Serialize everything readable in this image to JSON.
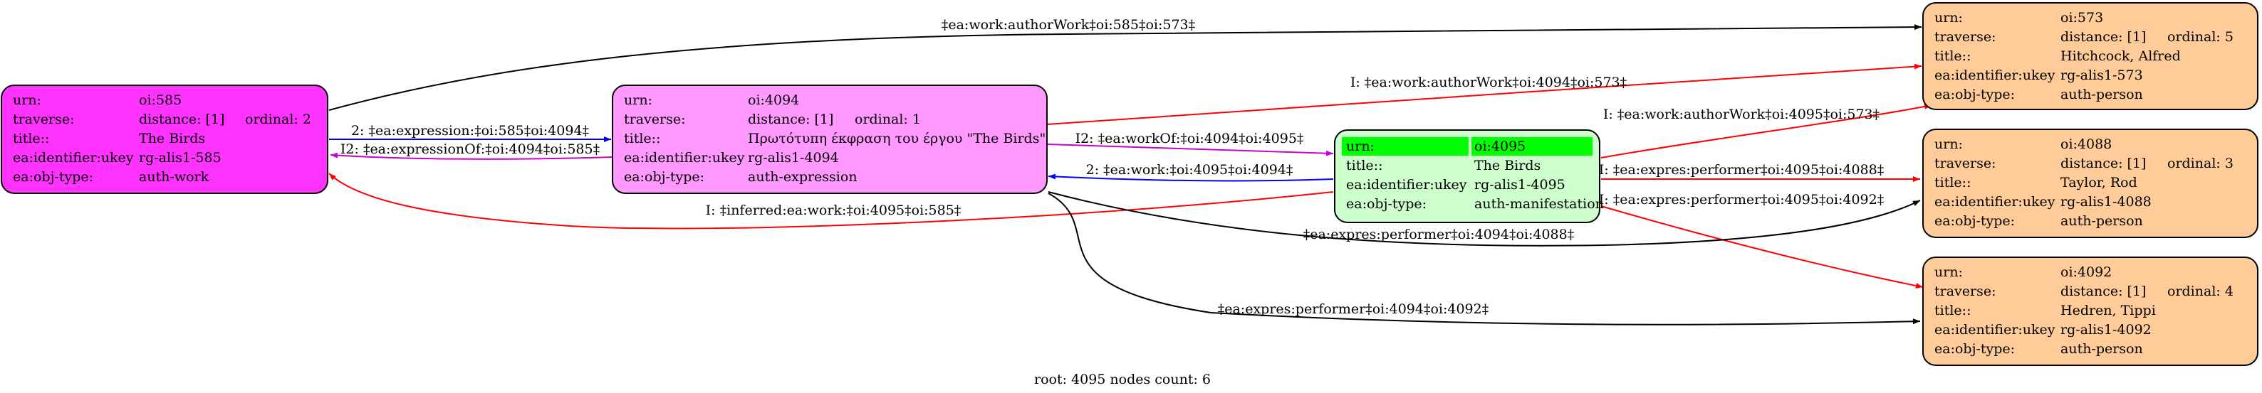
{
  "colors": {
    "work_fill": "#ff33ff",
    "expression_fill": "#ff99ff",
    "manifestation_fill": "#ccffcc",
    "root_highlight": "#00ff00",
    "person_fill": "#ffcc99",
    "edge_black": "#000000",
    "edge_red": "#ff0000",
    "edge_blue": "#0000ff",
    "edge_magenta": "#cc00cc"
  },
  "nodes": {
    "work": {
      "rows": [
        [
          "urn:",
          "oi:585",
          ""
        ],
        [
          "traverse:",
          "distance: [1]",
          "ordinal: 2"
        ],
        [
          "title::",
          "The Birds",
          ""
        ],
        [
          "ea:identifier:ukey",
          "rg-alis1-585",
          ""
        ],
        [
          "ea:obj-type:",
          "auth-work",
          ""
        ]
      ]
    },
    "expression": {
      "rows": [
        [
          "urn:",
          "oi:4094",
          ""
        ],
        [
          "traverse:",
          "distance: [1]",
          "ordinal: 1"
        ],
        [
          "title::",
          "Πρωτότυπη έκφραση του έργου \"The Birds\"",
          ""
        ],
        [
          "ea:identifier:ukey",
          "rg-alis1-4094",
          ""
        ],
        [
          "ea:obj-type:",
          "auth-expression",
          ""
        ]
      ]
    },
    "manifestation": {
      "rows": [
        [
          "urn:",
          "oi:4095",
          ""
        ],
        [
          "title::",
          "The Birds",
          ""
        ],
        [
          "ea:identifier:ukey",
          "rg-alis1-4095",
          ""
        ],
        [
          "ea:obj-type:",
          "auth-manifestation",
          ""
        ]
      ]
    },
    "person_573": {
      "rows": [
        [
          "urn:",
          "oi:573",
          ""
        ],
        [
          "traverse:",
          "distance: [1]",
          "ordinal: 5"
        ],
        [
          "title::",
          "Hitchcock, Alfred",
          ""
        ],
        [
          "ea:identifier:ukey",
          "rg-alis1-573",
          ""
        ],
        [
          "ea:obj-type:",
          "auth-person",
          ""
        ]
      ]
    },
    "person_4088": {
      "rows": [
        [
          "urn:",
          "oi:4088",
          ""
        ],
        [
          "traverse:",
          "distance: [1]",
          "ordinal: 3"
        ],
        [
          "title::",
          "Taylor, Rod",
          ""
        ],
        [
          "ea:identifier:ukey",
          "rg-alis1-4088",
          ""
        ],
        [
          "ea:obj-type:",
          "auth-person",
          ""
        ]
      ]
    },
    "person_4092": {
      "rows": [
        [
          "urn:",
          "oi:4092",
          ""
        ],
        [
          "traverse:",
          "distance: [1]",
          "ordinal: 4"
        ],
        [
          "title::",
          "Hedren, Tippi",
          ""
        ],
        [
          "ea:identifier:ukey",
          "rg-alis1-4092",
          ""
        ],
        [
          "ea:obj-type:",
          "auth-person",
          ""
        ]
      ]
    }
  },
  "edges": {
    "work_author": "‡ea:work:authorWork‡oi:585‡oi:573‡",
    "expression_author": "I: ‡ea:work:authorWork‡oi:4094‡oi:573‡",
    "manifestation_author": "I: ‡ea:work:authorWork‡oi:4095‡oi:573‡",
    "work_expression": "2: ‡ea:expression:‡oi:585‡oi:4094‡",
    "expression_of": "I2: ‡ea:expressionOf:‡oi:4094‡oi:585‡",
    "work_of": "I2: ‡ea:workOf:‡oi:4094‡oi:4095‡",
    "manifestation_work": "2: ‡ea:work:‡oi:4095‡oi:4094‡",
    "inferred_work": "I: ‡inferred:ea:work:‡oi:4095‡oi:585‡",
    "manifestation_performer_4088": "I: ‡ea:expres:performer‡oi:4095‡oi:4088‡",
    "manifestation_performer_4092": "I: ‡ea:expres:performer‡oi:4095‡oi:4092‡",
    "expression_performer_4088": "‡ea:expres:performer‡oi:4094‡oi:4088‡",
    "expression_performer_4092": "‡ea:expres:performer‡oi:4094‡oi:4092‡"
  },
  "caption": "root: 4095 nodes count: 6"
}
